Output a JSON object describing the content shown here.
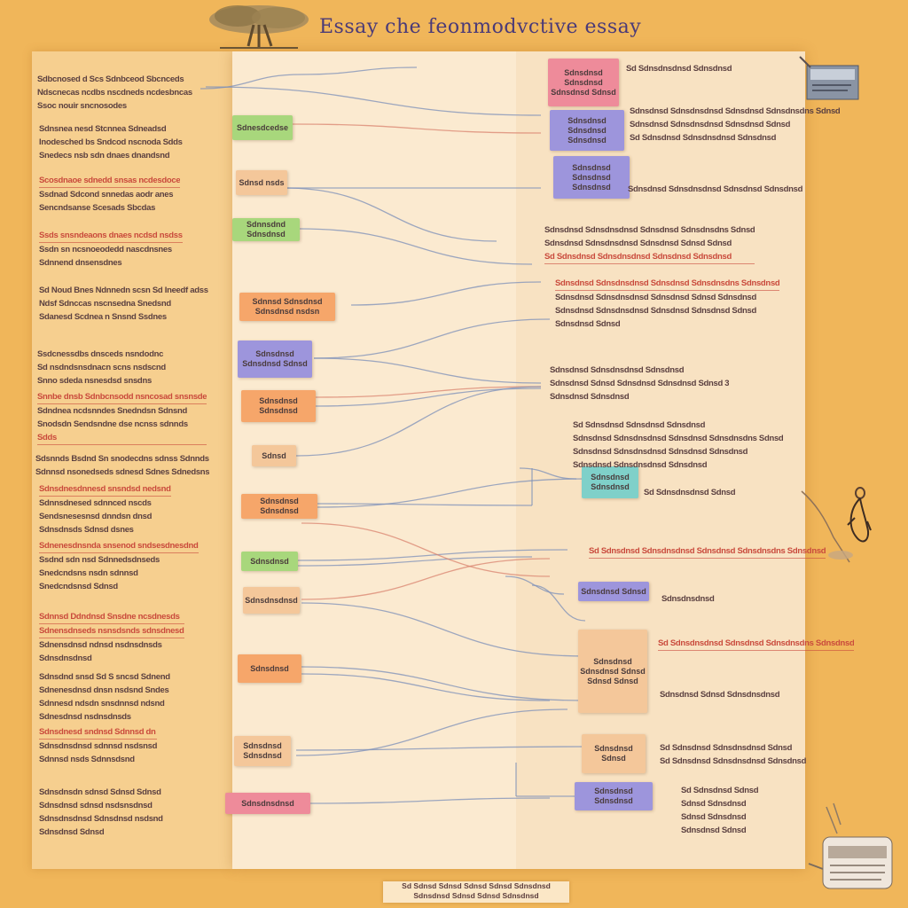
{
  "title": "Essay che feonmodvctive essay",
  "left_column": [
    {
      "lines": [
        "Sdbcnosed d Scs Sdnbceod Sbcnceds",
        "Ndscnecas ncdbs nscdneds ncdesbncas",
        "Ssoc nouir sncnosodes"
      ]
    },
    {
      "lines": [
        "Sdnsnea nesd Stcnnea Sdneadsd",
        "Inodesched bs Sndcod nscnoda Sdds",
        "Snedecs nsb sdn dnaes dnandsnd"
      ]
    },
    {
      "lines": [
        "Scosdnaoe sdnedd snsas ncdesdoce",
        "Ssdnad Sdcond snnedas aodr anes",
        "Sencndsanse Scesads Sbcdas"
      ],
      "highlight": [
        0
      ]
    },
    {
      "lines": [
        "Ssds snsndeaons dnaes ncdsd nsdss",
        "Ssdn sn ncsnoeodedd nascdnsnes",
        "Sdnnend dnsensdnes"
      ],
      "highlight": [
        0
      ]
    },
    {
      "lines": [
        "Sd Noud Bnes Ndnnedn scsn Sd Ineedf adss",
        "Ndsf Sdnccas nscnsedna Snedsnd",
        "Sdanesd Scdnea n Snsnd Ssdnes"
      ]
    },
    {
      "lines": [
        "Ssdcnessdbs dnsceds nsndodnc",
        "Sd nsdndsnsdnacn scns nsdscnd",
        "Snno sdeda nsnesdsd snsdns"
      ]
    },
    {
      "lines": [
        "Snnbe dnsb Sdnbcnsodd nsncosad snsnsde",
        "Sdndnea ncdsnndes Snedndsn Sdnsnd",
        "Snodsdn Sendsndne dse ncnss sdnnds",
        "Sdds"
      ],
      "highlight": [
        0,
        3
      ]
    },
    {
      "lines": [
        "Sdsnnds Bsdnd Sn snodecdns sdnss Sdnnds",
        "Sdnnsd nsonedseds sdnesd Sdnes Sdnedsns"
      ]
    },
    {
      "lines": [
        "Sdnsdnesdnnesd snsndsd nedsnd",
        "Sdnnsdnesed sdnnced nscds",
        "Sendsnesesnsd dnndsn dnsd",
        "Sdnsdnsds Sdnsd dsnes"
      ],
      "highlight": [
        0
      ]
    },
    {
      "lines": [
        "Sdnenesdnsnda snsenod sndsesdnesdnd",
        "Ssdnd sdn nsd Sdnnedsdnseds",
        "Snedcndsns nsdn sdnnsd",
        "Snedcndsnsd Sdnsd"
      ],
      "highlight": [
        0
      ]
    },
    {
      "lines": [
        "Sdnnsd Ddndnsd Snsdne ncsdnesds",
        "Sdnensdnseds nsnsdsnds sdnsdnesd",
        "Sdnensdnsd ndnsd nsdnsdnsds",
        "Sdnsdnsdnsd"
      ],
      "highlight": [
        0,
        1
      ]
    },
    {
      "lines": [
        "Sdnsdnd snsd Sd S sncsd Sdnend",
        "Sdnenesdnsd dnsn nsdsnd Sndes",
        "Sdnnesd ndsdn snsdnnsd ndsnd",
        "Sdnesdnsd nsdnsdnsds"
      ]
    },
    {
      "lines": [
        "Sdnsdnesd sndnsd Sdnnsd dn",
        "Sdnsdnsdnsd sdnnsd nsdsnsd",
        "Sdnnsd nsds Sdnnsdsnd"
      ],
      "highlight": [
        0
      ]
    },
    {
      "lines": [
        "Sdnsdnsdn sdnsd Sdnsd Sdnsd",
        "Sdnsdnsd sdnsd nsdsnsdnsd",
        "Sdnsdnsdnsd Sdnsdnsd nsdsnd",
        "Sdnsdnsd Sdnsd"
      ]
    }
  ],
  "middle_nodes": [
    {
      "label": "Sdnesdcedse"
    },
    {
      "label": "Sdnsd nsds"
    },
    {
      "label": "Sdnnsdnd Sdnsdnsd"
    },
    {
      "label": "Sdnnsd Sdnsdnsd Sdnsdnsd nsdsn"
    },
    {
      "label": "Sdnsdnsd Sdnsdnsd Sdnsd"
    },
    {
      "label": "Sdnsdnsd Sdnsdnsd"
    },
    {
      "label": "Sdnsd"
    },
    {
      "label": "Sdnsdnsd Sdnsdnsd"
    },
    {
      "label": "Sdnsdnsd"
    },
    {
      "label": "Sdnsdnsdnsd"
    },
    {
      "label": "Sdnsdnsd"
    },
    {
      "label": "Sdnsdnsd Sdnsdnsd"
    },
    {
      "label": "Sdnsdnsdnsd"
    }
  ],
  "right_nodes": [
    {
      "label": "Sdnsdnsd Sdnsdnsd Sdnsdnsd Sdnsd"
    },
    {
      "label": "Sdnsdnsd Sdnsdnsd Sdnsdnsd"
    },
    {
      "label": "Sdnsdnsd Sdnsdnsd Sdnsdnsd"
    },
    {
      "label": "Sdnsdnsd Sdnsdnsd"
    },
    {
      "label": "Sdnsdnsd Sdnsd"
    },
    {
      "label": "Sdnsdnsd Sdnsdnsd Sdnsd Sdnsd Sdnsd"
    },
    {
      "label": "Sdnsdnsd Sdnsd"
    },
    {
      "label": "Sdnsdnsd Sdnsdnsd"
    }
  ],
  "right_text": [
    {
      "lines": [
        "Sd Sdnsdnsdnsd Sdnsdnsd"
      ]
    },
    {
      "lines": [
        "Sdnsdnsd Sdnsdnsdnsd Sdnsdnsd Sdnsdnsdns Sdnsd",
        "Sdnsdnsd Sdnsdnsdnsd Sdnsdnsd Sdnsd",
        "Sd Sdnsdnsd Sdnsdnsdnsd Sdnsdnsd"
      ]
    },
    {
      "lines": [
        "Sdnsdnsd Sdnsdnsdnsd Sdnsdnsd Sdnsdnsd"
      ]
    },
    {
      "lines": [
        "Sdnsdnsd Sdnsdnsdnsd Sdnsdnsd Sdnsdnsdns Sdnsd",
        "Sdnsdnsd Sdnsdnsdnsd Sdnsdnsd Sdnsd Sdnsd",
        "Sd Sdnsdnsd Sdnsdnsdnsd Sdnsdnsd Sdnsdnsd"
      ],
      "highlight": [
        2
      ]
    },
    {
      "lines": [
        "Sdnsdnsd Sdnsdnsdnsd Sdnsdnsd Sdnsdnsdns Sdnsdnsd",
        "Sdnsdnsd Sdnsdnsdnsd Sdnsdnsd Sdnsd Sdnsdnsd",
        "Sdnsdnsd Sdnsdnsdnsd Sdnsdnsd Sdnsdnsd Sdnsd",
        "Sdnsdnsd Sdnsd"
      ],
      "highlight": [
        0
      ]
    },
    {
      "lines": [
        "Sdnsdnsd Sdnsdnsdnsd Sdnsdnsd",
        "Sdnsdnsd Sdnsd Sdnsdnsd Sdnsdnsd Sdnsd 3",
        "Sdnsdnsd Sdnsdnsd"
      ]
    },
    {
      "lines": [
        "Sd Sdnsdnsd Sdnsdnsd Sdnsdnsd",
        "Sdnsdnsd Sdnsdnsdnsd Sdnsdnsd Sdnsdnsdns Sdnsd",
        "Sdnsdnsd Sdnsdnsdnsd Sdnsdnsd Sdnsdnsd",
        "Sdnsdnsd Sdnsdnsdnsd Sdnsdnsd"
      ]
    },
    {
      "lines": [
        "Sd Sdnsdnsdnsd Sdnsd"
      ]
    },
    {
      "lines": [
        "Sd Sdnsdnsd Sdnsdnsdnsd Sdnsdnsd Sdnsdnsdns Sdnsdnsd"
      ],
      "highlight": [
        0
      ]
    },
    {
      "lines": [
        "Sdnsdnsdnsd"
      ]
    },
    {
      "lines": [
        "Sd Sdnsdnsdnsd Sdnsdnsd Sdnsdnsdns Sdnsdnsd"
      ],
      "highlight": [
        0
      ]
    },
    {
      "lines": [
        "Sdnsdnsd Sdnsd Sdnsdnsdnsd"
      ]
    },
    {
      "lines": [
        "Sd Sdnsdnsd Sdnsdnsdnsd Sdnsd",
        "Sd Sdnsdnsd Sdnsdnsdnsd Sdnsdnsd"
      ]
    },
    {
      "lines": [
        "Sd Sdnsdnsd Sdnsd",
        "Sdnsd Sdnsdnsd",
        "Sdnsd Sdnsdnsd",
        "Sdnsdnsd Sdnsd"
      ]
    }
  ],
  "footer": {
    "lines": [
      "Sd Sdnsd Sdnsd Sdnsd Sdnsd Sdnsdnsd",
      "Sdnsdnsd Sdnsd Sdnsd Sdnsdnsd"
    ]
  },
  "colors": {
    "background": "#f0b65a",
    "orange": "#f6a66a",
    "green": "#a8d77c",
    "purple": "#9d95dc",
    "pink": "#ee8b9a",
    "teal": "#7fd0c9",
    "light_orange": "#f4c79a",
    "wire": "#7c8fb8",
    "wire_red": "#d9836f"
  },
  "icons": {
    "top_tree": "tree-sketch-icon",
    "top_right": "document-sketch-icon",
    "right_mid": "bird-sketch-icon",
    "bottom_right": "machine-sketch-icon"
  }
}
